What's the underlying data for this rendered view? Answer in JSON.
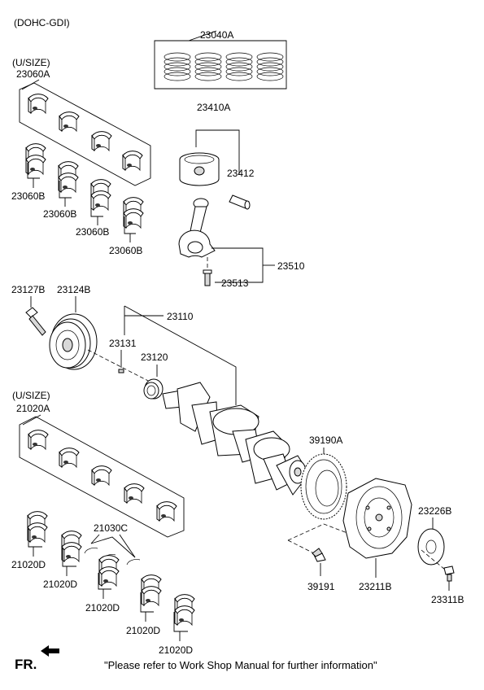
{
  "header": {
    "engine": "(DOHC-GDI)"
  },
  "labels": {
    "p23040A": "23040A",
    "p23410A": "23410A",
    "p23412": "23412",
    "p23510": "23510",
    "p23513": "23513",
    "usize_top": "(U/SIZE)",
    "p23060A": "23060A",
    "p23060B_1": "23060B",
    "p23060B_2": "23060B",
    "p23060B_3": "23060B",
    "p23060B_4": "23060B",
    "p23127B": "23127B",
    "p23124B": "23124B",
    "p23110": "23110",
    "p23131": "23131",
    "p23120": "23120",
    "usize_bottom": "(U/SIZE)",
    "p21020A": "21020A",
    "p21030C": "21030C",
    "p21020D_1": "21020D",
    "p21020D_2": "21020D",
    "p21020D_3": "21020D",
    "p21020D_4": "21020D",
    "p21020D_5": "21020D",
    "p39190A": "39190A",
    "p39191": "39191",
    "p23211B": "23211B",
    "p23226B": "23226B",
    "p23311B": "23311B"
  },
  "footer": {
    "front_label": "FR.",
    "note": "\"Please refer to Work Shop Manual for further information\""
  }
}
